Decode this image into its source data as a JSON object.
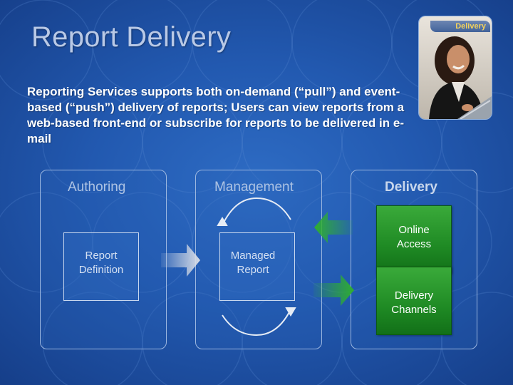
{
  "slide": {
    "title": "Report Delivery",
    "photo_caption": "Delivery",
    "body": "Reporting Services supports both on-demand (“pull”) and event-based (“push”) delivery of reports; Users can view reports from a web-based front-end or subscribe for reports to be delivered in e-mail"
  },
  "diagram": {
    "columns": {
      "authoring": "Authoring",
      "management": "Management",
      "delivery": "Delivery"
    },
    "docs": {
      "report_definition": [
        "Report",
        "Definition"
      ],
      "managed_report": [
        "Managed",
        "Report"
      ]
    },
    "boxes": {
      "online_access": [
        "Online",
        "Access"
      ],
      "delivery_channels": [
        "Delivery",
        "Channels"
      ]
    },
    "colors": {
      "arrow_green": "#2fae2f",
      "arrow_gray": "#d8dde6",
      "box_green": "#1f8a24"
    }
  }
}
